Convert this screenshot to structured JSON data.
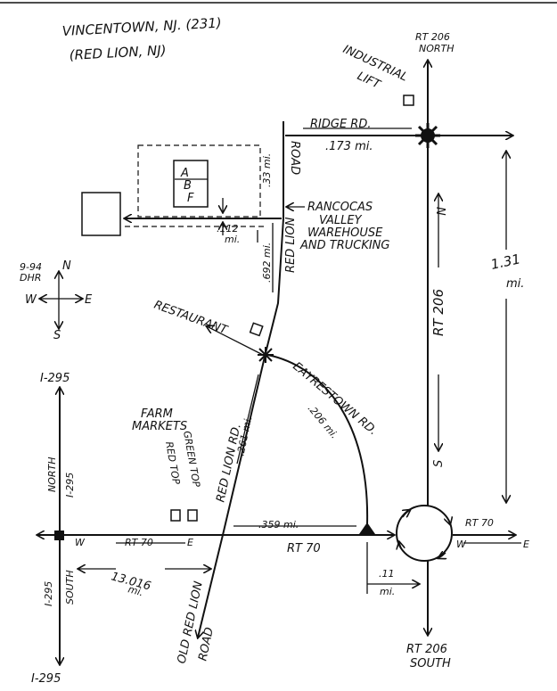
{
  "title": {
    "line1": "VINCENTOWN, NJ. (231)",
    "line2": "(RED LION, NJ)"
  },
  "dated": {
    "date": "9-94",
    "initials": "DHR"
  },
  "compass": {
    "n": "N",
    "s": "S",
    "e": "E",
    "w": "W"
  },
  "roads": {
    "rt206_north_top": "RT 206",
    "rt206_north_sub": "NORTH",
    "rt206_south_top": "RT 206",
    "rt206_south_sub": "SOUTH",
    "rt206_vertical": "RT 206",
    "rt206_n": "N",
    "rt206_s": "S",
    "ridge_rd": "RIDGE RD.",
    "red_lion_road_upper": "RED LION",
    "road_upper": "ROAD",
    "red_lion_rd_lower": "RED LION RD.",
    "eayrestown_rd": "EAYRESTOWN RD.",
    "rt70_main": "RT 70",
    "rt70_left": "RT 70",
    "rt70_right": "RT 70",
    "i295_top": "I-295",
    "i295_bottom": "I-295",
    "i295_north_label": "NORTH",
    "i295_north_num": "I-295",
    "i295_south_num": "I-295",
    "i295_south_label": "SOUTH",
    "old_red_lion_road": "OLD RED LION",
    "old_road": "ROAD",
    "w": "W",
    "e": "E"
  },
  "places": {
    "industrial_lift_1": "INDUSTRIAL",
    "industrial_lift_2": "LIFT",
    "warehouse_1": "RANCOCAS",
    "warehouse_2": "VALLEY",
    "warehouse_3": "WAREHOUSE",
    "warehouse_4": "AND TRUCKING",
    "restaurant": "RESTAURANT",
    "farm_markets_1": "FARM",
    "farm_markets_2": "MARKETS",
    "green_top": "GREEN TOP",
    "red_top": "RED TOP",
    "abf_a": "A",
    "abf_b": "B",
    "abf_f": "F"
  },
  "distances": {
    "ridge": ".173 mi.",
    "red_lion_upper": ".33 mi.",
    "driveway_1": ".112",
    "driveway_2": "mi.",
    "red_lion_mid": ".692 mi.",
    "eayrestown": ".206 mi.",
    "red_lion_lower": ".261 mi.",
    "rt70_segment": ".359 mi.",
    "rt206_1": "1.31",
    "rt206_2": "mi.",
    "circle_1": ".11",
    "circle_2": "mi.",
    "i295_1": "13.016",
    "i295_2": "mi."
  }
}
